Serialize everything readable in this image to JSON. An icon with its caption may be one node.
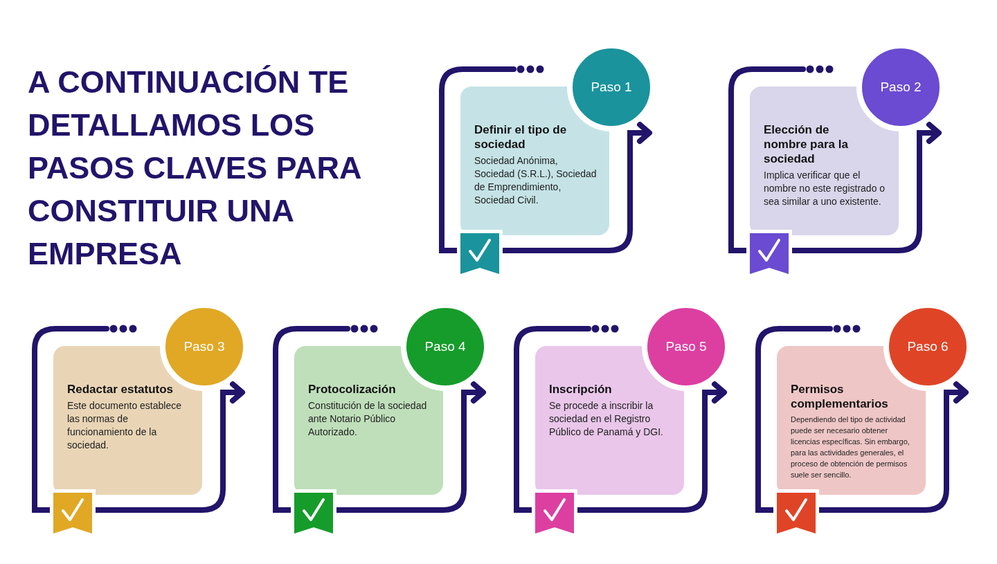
{
  "diagram": {
    "title": "A CONTINUACIÓN TE DETALLAMOS LOS PASOS CLAVES PARA CONSTITUIR UNA EMPRESA",
    "nodes": [
      {
        "text": [
          "Paso 1"
        ]
      },
      {
        "text": [
          "Definir el tipo de sociedad",
          "Sociedad Anónima, Sociedad (S.R.L.), Sociedad de Emprendimiento, Sociedad Civil."
        ]
      },
      {
        "text": [
          "Paso 2"
        ]
      },
      {
        "text": [
          "Elección de nombre para la sociedad",
          "Implica verificar que el nombre no este registrado o sea similar a uno existente."
        ]
      },
      {
        "text": [
          "Paso 3"
        ]
      },
      {
        "text": [
          "Redactar estatutos",
          "Este documento establece las normas de funcionamiento de la sociedad."
        ]
      },
      {
        "text": [
          "Paso 4"
        ]
      },
      {
        "text": [
          "Protocolización",
          "Constitución de la sociedad ante Notario Público Autorizado."
        ]
      },
      {
        "text": [
          "Paso 5"
        ]
      },
      {
        "text": [
          "Inscripción",
          "Se procede a inscribir la sociedad en el Registro Público de Panamá y DGI."
        ]
      },
      {
        "text": [
          "Paso 6"
        ]
      },
      {
        "text": [
          "Permisos complementarios",
          "Dependiendo del tipo de actividad  puede ser necesario obtener licencias específicas. Sin embargo, para las actividades generales, el proceso de obtención de permisos suele ser sencillo."
        ]
      }
    ]
  }
}
